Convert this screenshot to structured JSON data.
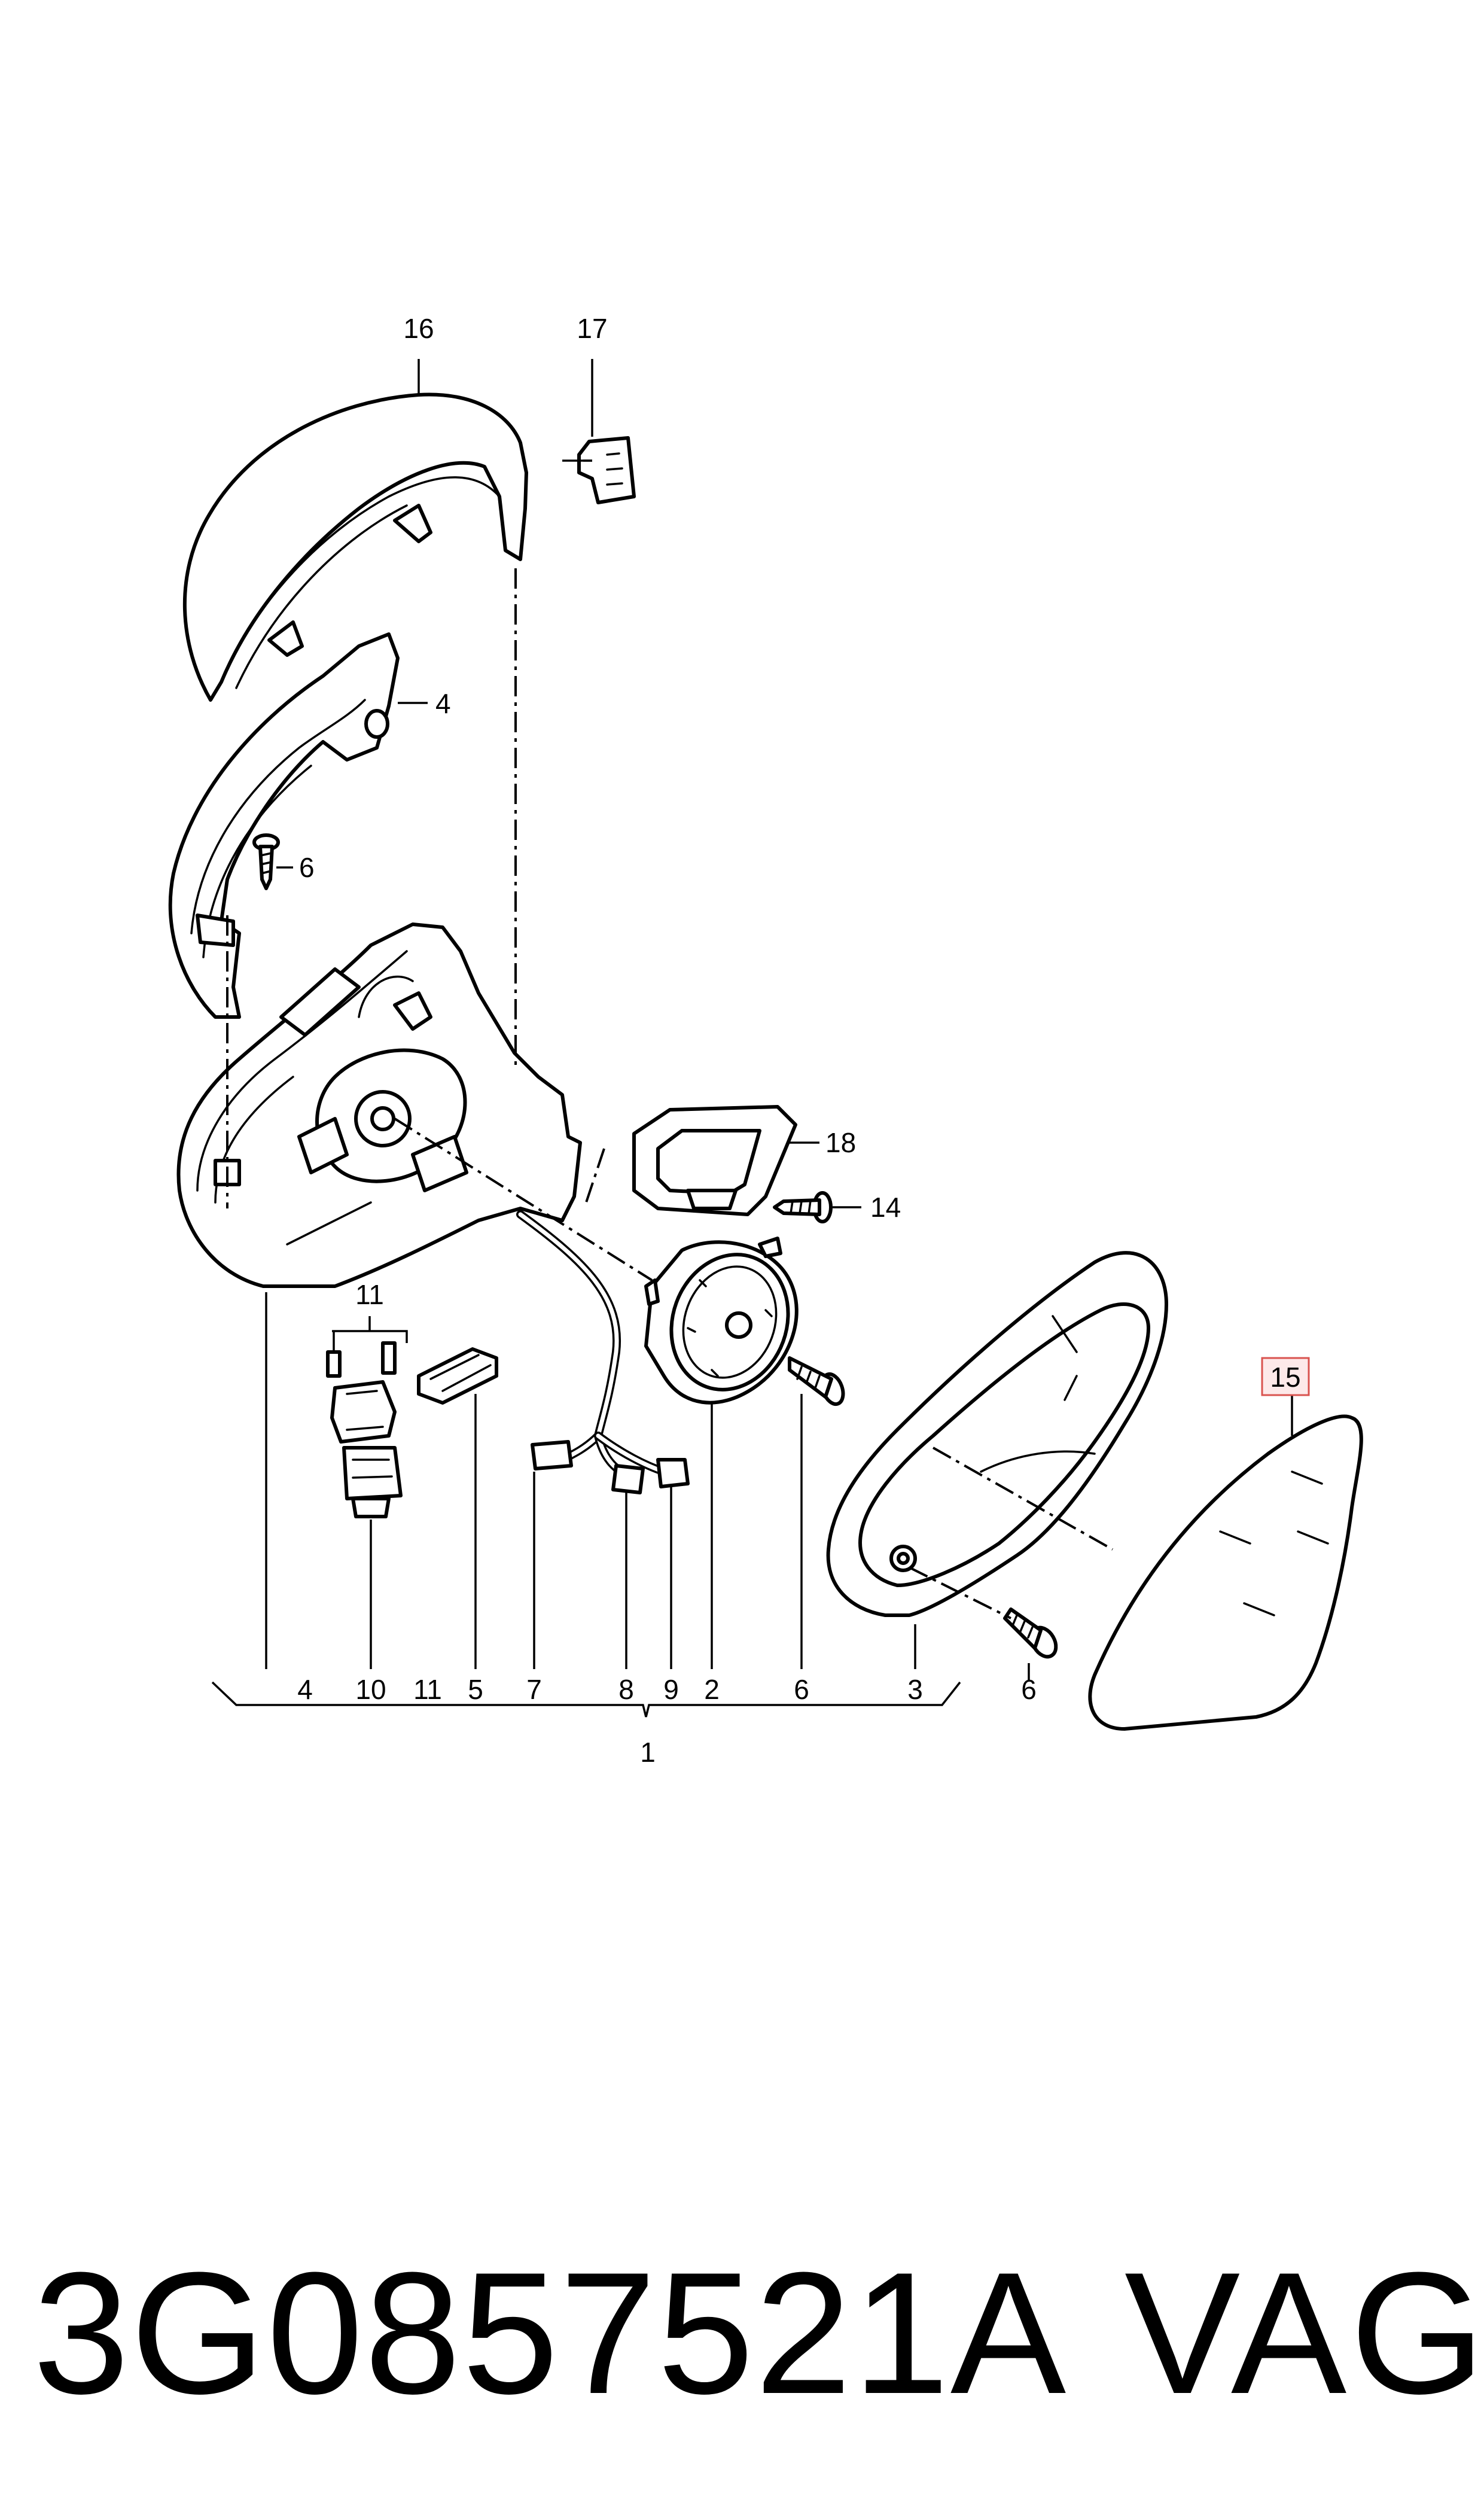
{
  "diagram": {
    "callouts": {
      "c16": "16",
      "c17": "17",
      "c4_top": "4",
      "c6_top": "6",
      "c18": "18",
      "c14": "14",
      "c11_top": "11",
      "c15": "15"
    },
    "bottom_row": [
      "4",
      "10",
      "11",
      "5",
      "7",
      "8",
      "9",
      "2",
      "6",
      "3",
      "6"
    ],
    "assembly_label": "1",
    "highlight_color": "#d9534f"
  },
  "footer": {
    "part_number": "3G0857521A",
    "brand": "VAG"
  }
}
